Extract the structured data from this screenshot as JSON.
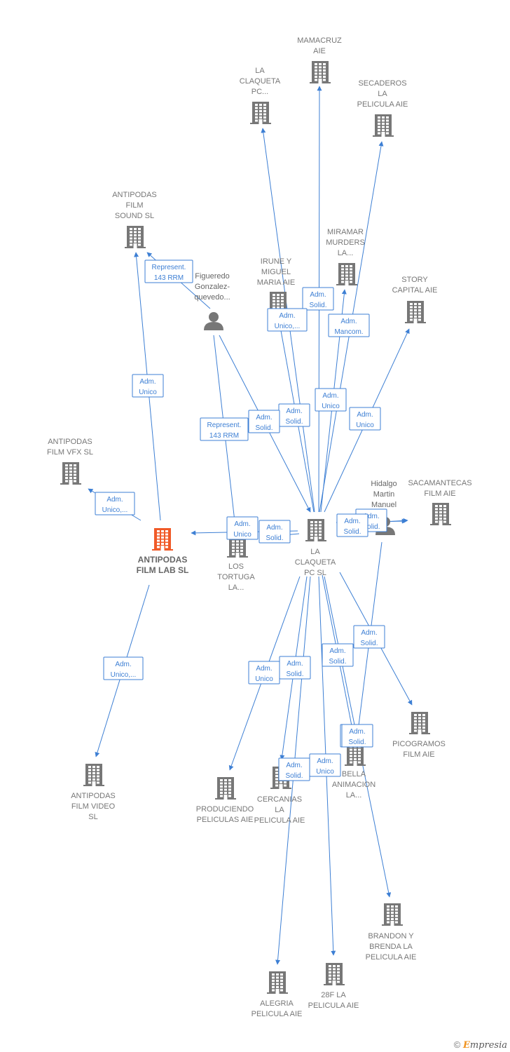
{
  "colors": {
    "edge": "#3d7fd4",
    "node": "#777777",
    "focus_node": "#f05a28"
  },
  "nodes": [
    {
      "id": "laclaqueta",
      "type": "company",
      "lines": [
        "LA",
        "CLAQUETA",
        "PC SL"
      ]
    },
    {
      "id": "antipodas_lab",
      "type": "focus-company",
      "lines": [
        "ANTIPODAS",
        "FILM LAB  SL"
      ]
    },
    {
      "id": "antipodas_sound",
      "type": "company",
      "lines": [
        "ANTIPODAS",
        "FILM",
        "SOUND  SL"
      ]
    },
    {
      "id": "antipodas_vfx",
      "type": "company",
      "lines": [
        "ANTIPODAS",
        "FILM VFX  SL"
      ]
    },
    {
      "id": "antipodas_video",
      "type": "company",
      "lines": [
        "ANTIPODAS",
        "FILM VIDEO",
        "SL"
      ]
    },
    {
      "id": "mamacruz",
      "type": "company",
      "lines": [
        "MAMACRUZ",
        "AIE"
      ]
    },
    {
      "id": "laclaqueta_pc",
      "type": "company",
      "lines": [
        "LA",
        "CLAQUETA",
        "PC..."
      ]
    },
    {
      "id": "secaderos",
      "type": "company",
      "lines": [
        "SECADEROS",
        "LA",
        "PELICULA  AIE"
      ]
    },
    {
      "id": "miramar",
      "type": "company",
      "lines": [
        "MIRAMAR",
        "MURDERS",
        "LA..."
      ]
    },
    {
      "id": "irune",
      "type": "company",
      "lines": [
        "IRUNE Y",
        "MIGUEL",
        "MARIA  AIE"
      ]
    },
    {
      "id": "story",
      "type": "company",
      "lines": [
        "STORY",
        "CAPITAL  AIE"
      ]
    },
    {
      "id": "figueredo",
      "type": "person",
      "lines": [
        "Figueredo",
        "Gonzalez-",
        "quevedo..."
      ]
    },
    {
      "id": "hidalgo",
      "type": "person",
      "lines": [
        "Hidalgo",
        "Martin",
        "Manuel"
      ]
    },
    {
      "id": "sacamantecas",
      "type": "company",
      "lines": [
        "SACAMANTECAS",
        "FILM  AIE"
      ]
    },
    {
      "id": "lostortuga",
      "type": "company",
      "lines": [
        "LOS",
        "TORTUGA",
        "LA..."
      ]
    },
    {
      "id": "picogramos",
      "type": "company",
      "lines": [
        "PICOGRAMOS",
        "FILM AIE"
      ]
    },
    {
      "id": "bella",
      "type": "company",
      "lines": [
        "BELLA",
        "ANIMACION",
        "LA..."
      ]
    },
    {
      "id": "cercanias",
      "type": "company",
      "lines": [
        "CERCANIAS",
        "LA",
        "PELICULA AIE"
      ]
    },
    {
      "id": "produciendo",
      "type": "company",
      "lines": [
        "PRODUCIENDO",
        "PELICULAS  AIE"
      ]
    },
    {
      "id": "brandon",
      "type": "company",
      "lines": [
        "BRANDON Y",
        "BRENDA LA",
        "PELICULA  AIE"
      ]
    },
    {
      "id": "alegria",
      "type": "company",
      "lines": [
        "ALEGRIA",
        "PELICULA AIE"
      ]
    },
    {
      "id": "28f",
      "type": "company",
      "lines": [
        "28F LA",
        "PELICULA  AIE"
      ]
    }
  ],
  "edges": [
    {
      "from": "laclaqueta",
      "to": "mamacruz",
      "label": [
        "Adm.",
        "Solid."
      ]
    },
    {
      "from": "laclaqueta",
      "to": "laclaqueta_pc",
      "label": [
        "Adm.",
        "Solid."
      ]
    },
    {
      "from": "laclaqueta",
      "to": "secaderos",
      "label": [
        "Adm.",
        "Mancom."
      ]
    },
    {
      "from": "laclaqueta",
      "to": "miramar",
      "label": [
        "Adm.",
        "Unico"
      ]
    },
    {
      "from": "laclaqueta",
      "to": "irune",
      "label": [
        "Adm.",
        "Unico,..."
      ]
    },
    {
      "from": "laclaqueta",
      "to": "story",
      "label": [
        "Adm.",
        "Unico"
      ]
    },
    {
      "from": "figueredo",
      "to": "laclaqueta",
      "label": [
        "Adm.",
        "Solid."
      ]
    },
    {
      "from": "figueredo",
      "to": "lostortuga",
      "label": [
        "Represent.",
        "143 RRM"
      ]
    },
    {
      "from": "figueredo",
      "to": "antipodas_sound",
      "label": [
        "Represent.",
        "143 RRM"
      ]
    },
    {
      "from": "antipodas_lab",
      "to": "antipodas_sound",
      "label": [
        "Adm.",
        "Unico"
      ]
    },
    {
      "from": "antipodas_lab",
      "to": "antipodas_vfx",
      "label": [
        "Adm.",
        "Unico,..."
      ]
    },
    {
      "from": "antipodas_lab",
      "to": "antipodas_video",
      "label": [
        "Adm.",
        "Unico,..."
      ]
    },
    {
      "from": "laclaqueta",
      "to": "antipodas_lab",
      "label": [
        "Adm.",
        "Unico"
      ]
    },
    {
      "from": "laclaqueta",
      "to": "lostortuga",
      "label": [
        "Adm.",
        "Solid."
      ]
    },
    {
      "from": "laclaqueta",
      "to": "sacamantecas",
      "label": [
        "Adm.",
        "Solid."
      ]
    },
    {
      "from": "hidalgo",
      "to": "sacamantecas",
      "label": [
        "Adm.",
        "Solid."
      ]
    },
    {
      "from": "laclaqueta",
      "to": "picogramos",
      "label": [
        "Adm.",
        "Solid."
      ]
    },
    {
      "from": "hidalgo",
      "to": "bella",
      "label": [
        "Adm.",
        "Solid."
      ]
    },
    {
      "from": "laclaqueta",
      "to": "bella",
      "label": [
        "Adm.",
        "Solid."
      ]
    },
    {
      "from": "laclaqueta",
      "to": "produciendo",
      "label": [
        "Adm.",
        "Unico"
      ]
    },
    {
      "from": "laclaqueta",
      "to": "cercanias",
      "label": [
        "Adm.",
        "Solid."
      ]
    },
    {
      "from": "laclaqueta",
      "to": "alegria",
      "label": [
        "Adm.",
        "Solid."
      ]
    },
    {
      "from": "laclaqueta",
      "to": "28f",
      "label": [
        "Adm.",
        "Unico"
      ]
    },
    {
      "from": "laclaqueta",
      "to": "brandon",
      "label": [
        "Adm.",
        "Solid."
      ]
    }
  ],
  "footer": {
    "copyright": "©",
    "brand_initial": "E",
    "brand_rest": "mpresia"
  }
}
